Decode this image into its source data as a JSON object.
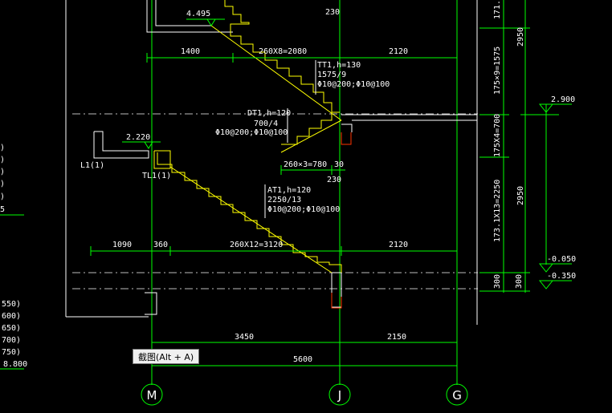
{
  "colors": {
    "background": "#000000",
    "dim": "#00ff00",
    "stair": "#ffff00",
    "wall": "#ffffff",
    "rebar": "#ff3300",
    "center": "#bbbbbb"
  },
  "tooltip": "截图(Alt + A)",
  "axes": {
    "m": "M",
    "j": "J",
    "g": "G"
  },
  "elevations": {
    "e4495": "4.495",
    "e2900": "2.900",
    "e2220": "2.220",
    "em050": "-0.050",
    "em350": "-0.350"
  },
  "dims": {
    "d1400": "1400",
    "d260x8": "260X8=2080",
    "d2120_top": "2120",
    "d230_top": "230",
    "d260x3": "260×3=780",
    "d30": "30",
    "d230_mid": "230",
    "d1090": "1090",
    "d360": "360",
    "d260x12": "260X12=3120",
    "d2120_bot": "2120",
    "d3450": "3450",
    "d2150": "2150",
    "d5600": "5600"
  },
  "vdims": {
    "v171": "171.",
    "v2950_top": "2950",
    "v175x9": "175×9=1575",
    "v175x4": "175X4=700",
    "v173x13": "173.1X13=2250",
    "v2950_bot": "2950",
    "v300a": "300",
    "v300b": "300"
  },
  "labels": {
    "tt1": "TT1,h=130",
    "tt1_b": "1575/9",
    "tt1_c": "Φ10@200;Φ10@100",
    "dt1": "DT1,h=120",
    "dt1_b": "700/4",
    "dt1_c": "Φ10@200;Φ10@100",
    "at1": "AT1,h=120",
    "at1_b": "2250/13",
    "at1_c": "Φ10@200;Φ10@100",
    "l1": "L1(1)",
    "tl1": "TL1(1)"
  },
  "left_list": {
    "i1": ")",
    "i2": ")",
    "i3": ")",
    "i4": ")",
    "i5": ")",
    "i6": "5",
    "j1": "550)",
    "j2": "600)",
    "j3": "650)",
    "j4": "700)",
    "j5": "750)",
    "j6": "8.800"
  }
}
